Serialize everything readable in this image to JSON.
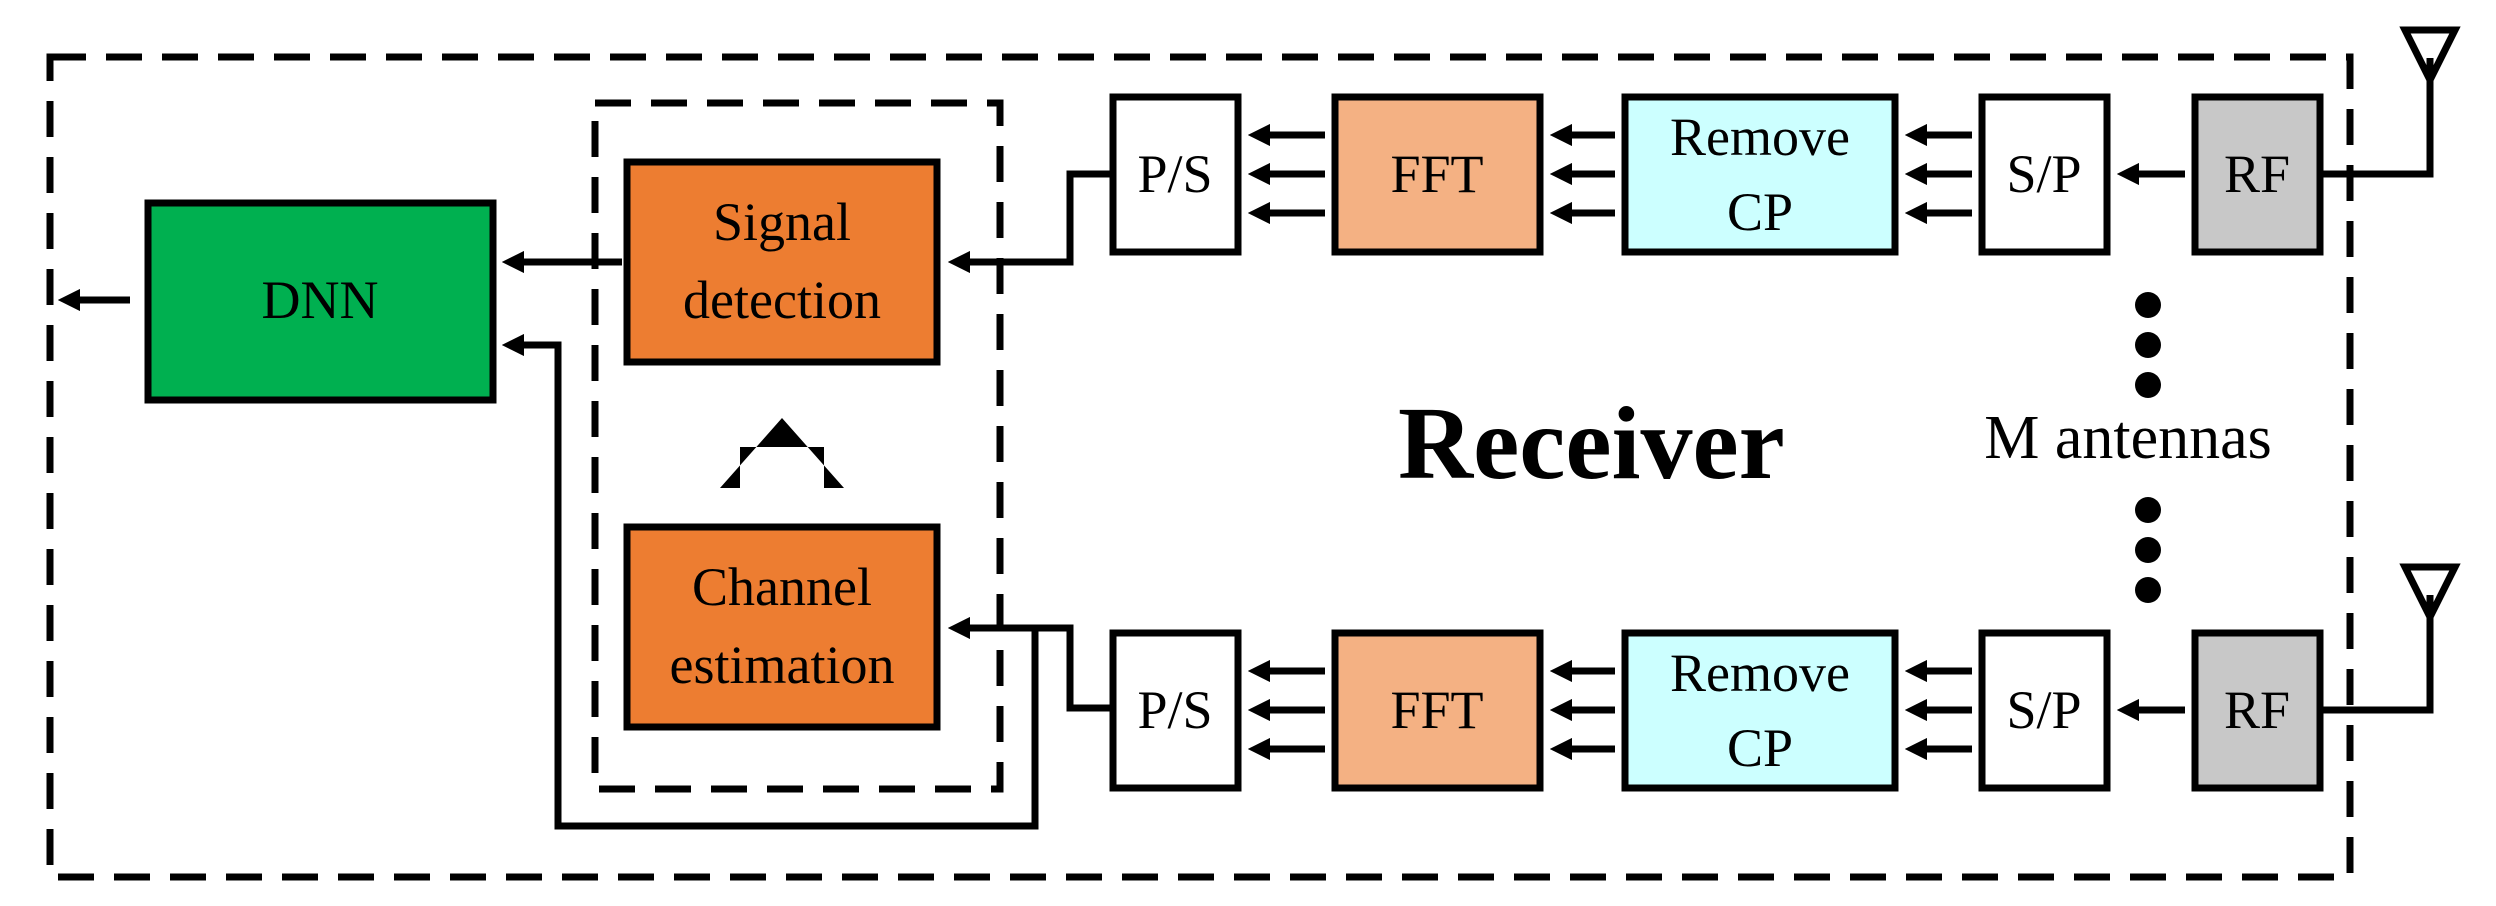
{
  "blocks": {
    "dnn": "DNN",
    "signal_detection": [
      "Signal",
      "detection"
    ],
    "channel_estimation": [
      "Channel",
      "estimation"
    ],
    "ps": "P/S",
    "fft": "FFT",
    "remove_cp": [
      "Remove",
      "CP"
    ],
    "sp": "S/P",
    "rf": "RF"
  },
  "labels": {
    "receiver": "Receiver",
    "antennas": "M antennas"
  },
  "colors": {
    "dnn": "#00b050",
    "detection": "#ed7d31",
    "fft": "#f4b183",
    "remove_cp": "#ccffff",
    "rf": "#c8c8c8",
    "white": "#ffffff"
  }
}
